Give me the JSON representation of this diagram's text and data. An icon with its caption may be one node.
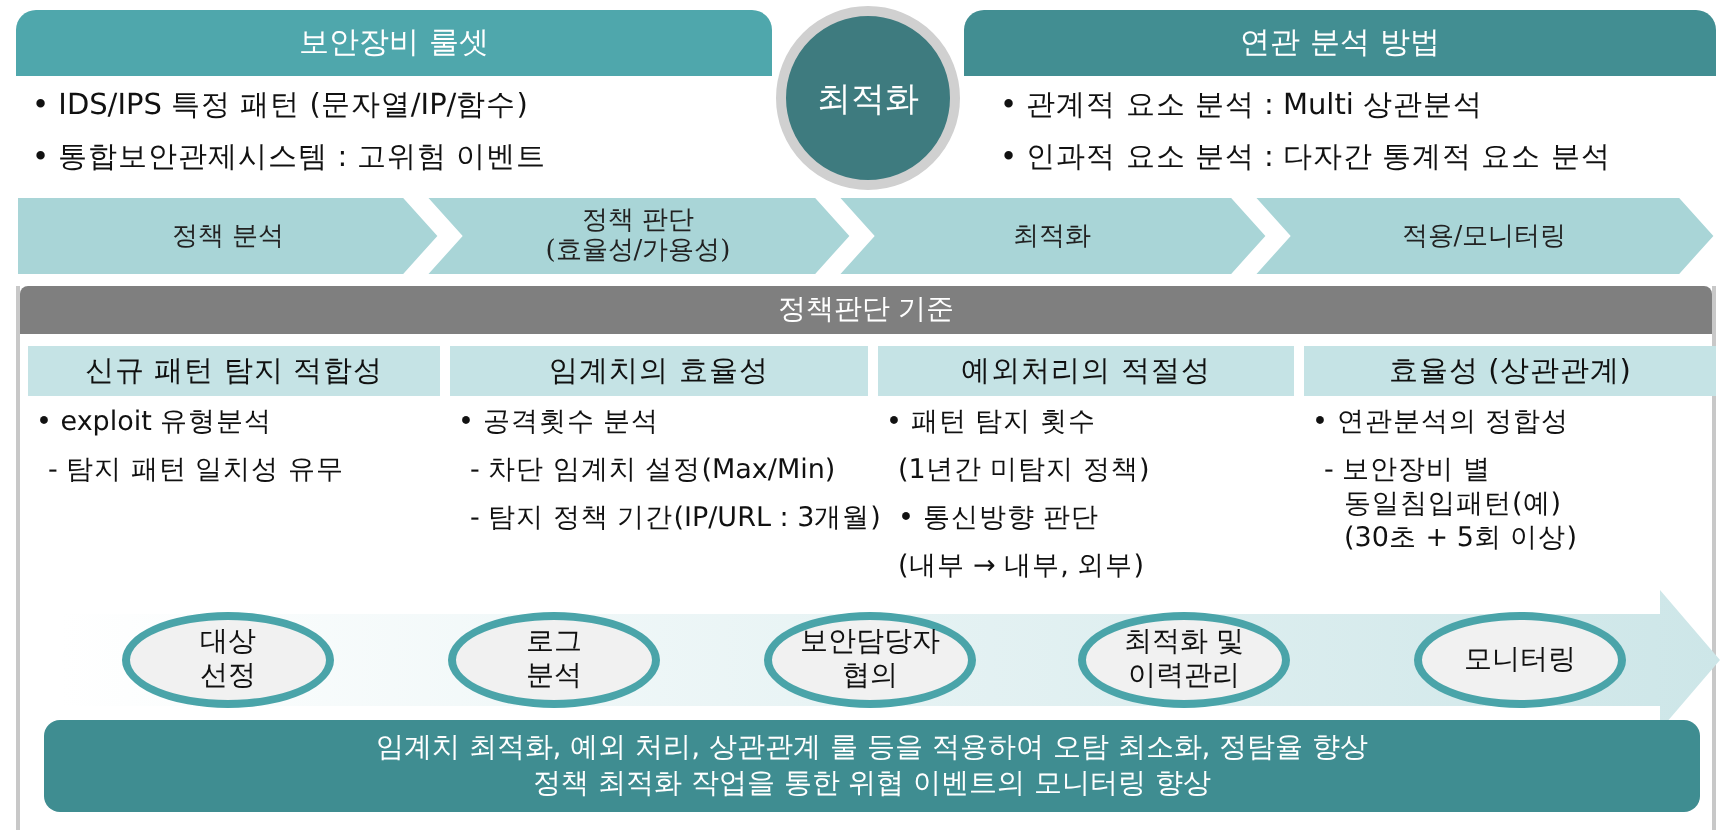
{
  "diagram": {
    "nodes": [
      {
        "text": [
          "보안장비 룰셋",
          "• IDS/IPS 특정 패턴 (문자열/IP/함수)",
          "• 통합보안관제시스템 : 고위험 이벤트"
        ]
      },
      {
        "text": [
          "최적화"
        ]
      },
      {
        "text": [
          "연관 분석 방법",
          "• 관계적 요소 분석 : Multi 상관분석",
          "• 인과적 요소 분석 : 다자간 통계적 요소 분석"
        ]
      },
      {
        "text": [
          "정책 분석"
        ]
      },
      {
        "text": [
          "정책 판단 (효율성/가용성)"
        ]
      },
      {
        "text": [
          "최적화"
        ]
      },
      {
        "text": [
          "적용/모니터링"
        ]
      },
      {
        "text": [
          "정책판단 기준"
        ]
      },
      {
        "text": [
          "신규 패턴 탐지 적합성",
          "• exploit 유형분석",
          "- 탐지 패턴 일치성 유무"
        ],
        "in": 7
      },
      {
        "text": [
          "임계치의 효율성",
          "• 공격횟수 분석",
          "- 차단 임계치 설정(Max/Min)",
          "- 탐지 정책 기간(IP/URL : 3개월)"
        ],
        "in": 7
      },
      {
        "text": [
          "예외처리의 적절성",
          "• 패턴 탐지 횟수",
          "(1년간 미탐지 정책)",
          "• 통신방향 판단",
          "(내부 → 내부, 외부)"
        ],
        "in": 7
      },
      {
        "text": [
          "효율성 (상관관계)",
          "• 연관분석의 정합성",
          "- 보안장비 별 동일침입패턴(예) (30초 + 5회 이상)"
        ],
        "in": 7
      },
      {
        "text": [],
        "shape": "arrow",
        "in": 7
      },
      {
        "text": [
          "대상 선정"
        ],
        "in": 12
      },
      {
        "text": [
          "로그 분석"
        ],
        "in": 12
      },
      {
        "text": [
          "보안담당자 협의"
        ],
        "in": 12
      },
      {
        "text": [
          "최적화 및 이력관리"
        ],
        "in": 12
      },
      {
        "text": [
          "모니터링"
        ],
        "in": 12
      },
      {
        "text": [
          "임계치 최적화, 예외 처리, 상관관계 룰 등을 적용하여 오탐 최소화, 정탐율 향상",
          "정책 최적화 작업을 통한 위협 이벤트의 모니터링 향상"
        ],
        "in": 7
      }
    ]
  }
}
